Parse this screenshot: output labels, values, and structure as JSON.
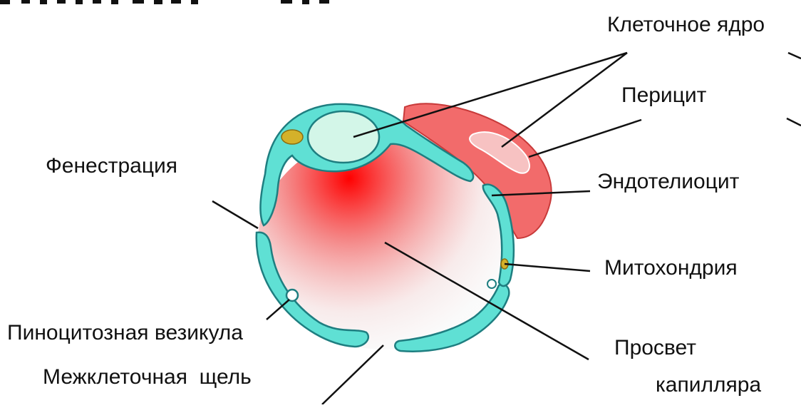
{
  "labels": {
    "nucleus": "Клеточное ядро",
    "pericyte": "Перицит",
    "endothelial_cell": "Эндотелиоцит",
    "mitochondrion": "Митохондрия",
    "lumen_line1": "Просвет",
    "lumen_line2": "капилляра",
    "fenestration": "Фенестрация",
    "pinocytotic_vesicle": "Пиноцитозная везикула",
    "intercellular_cleft": "Межклеточная  щель"
  },
  "colors": {
    "endothelium": "#5fe0d4",
    "endothelium_stroke": "#1e7e80",
    "nucleus_fill": "#d3f6e8",
    "pericyte": "#f26b6b",
    "pericyte_nucleus": "#f7c2c2",
    "lumen_center": "#ff0000",
    "mitochondrion": "#d4b12a"
  }
}
